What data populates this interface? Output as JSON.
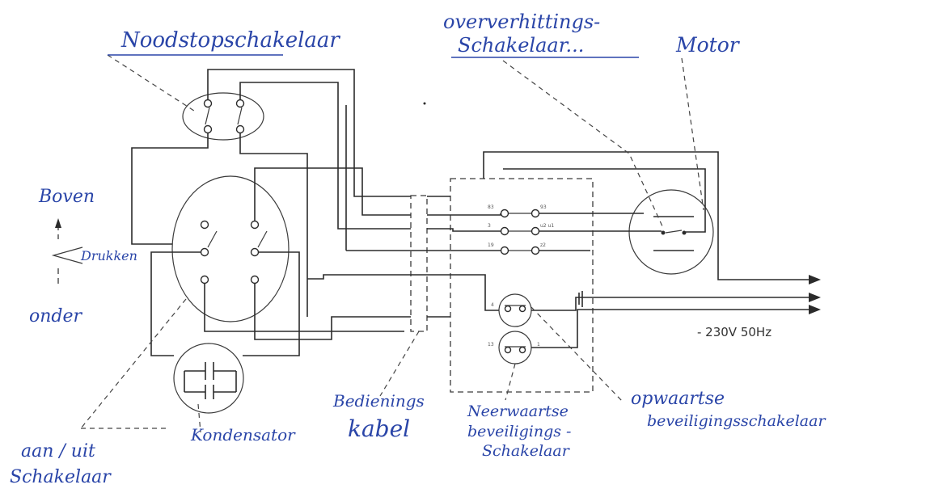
{
  "labels": {
    "noodstop": "Noodstopschakelaar",
    "oververhitting_line1": "oververhittings-",
    "oververhitting_line2": "Schakelaar...",
    "motor": "Motor",
    "boven": "Boven",
    "drukken": "Drukken",
    "onder": "onder",
    "aan_uit_line1": "aan / uit",
    "aan_uit_line2": "Schakelaar",
    "kondensator": "Kondensator",
    "bedienings_line1": "Bedienings",
    "bedienings_line2": "kabel",
    "neerwaartse_line1": "Neerwaartse",
    "neerwaartse_line2": "beveiligings -",
    "neerwaartse_line3": "Schakelaar",
    "opwaartse_line1": "opwaartse",
    "opwaartse_line2": "beveiligingsschakelaar"
  },
  "printed": {
    "supply": "- 230V  50Hz"
  }
}
